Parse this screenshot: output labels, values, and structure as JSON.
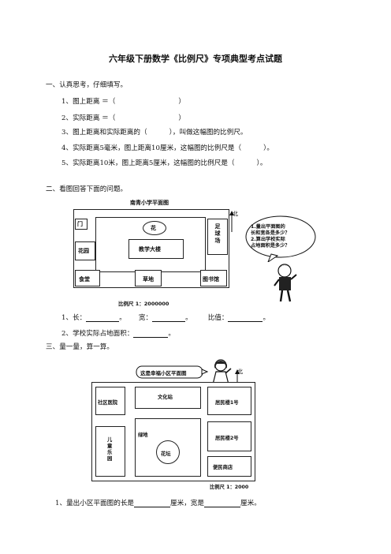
{
  "title": "六年级下册数学《比例尺》专项典型考点试题",
  "section1": {
    "heading": "一、认真思考，仔细填写。",
    "items": [
      {
        "num": "1、",
        "text": "图上距离 ＝（",
        "close": "）"
      },
      {
        "num": "2、",
        "text": "实际距离 ＝（",
        "close": "）"
      },
      {
        "num": "3、",
        "text": "图上距离和实际距离的（",
        "close": "），叫做这幅图的比例尺。"
      },
      {
        "num": "4、",
        "text": "实际距离5毫米，图上距离10厘米，这幅图的比例尺是（",
        "close": "）。"
      },
      {
        "num": "5、",
        "text": "实际距离10米，图上距离5厘米，这幅图的比例尺是（",
        "close": "）。"
      }
    ]
  },
  "section2": {
    "heading": "二、看图回答下面的问题。",
    "map_title": "南青小学平面图",
    "north": "北",
    "labels": {
      "gate": "门",
      "flower": "花",
      "playground": "足球场",
      "garden": "花园",
      "building": "教学大楼",
      "canteen": "食堂",
      "lawn": "草地",
      "library": "图书馆"
    },
    "bubble_lines": [
      "1.量出平面图的",
      "长和宽各是多少？",
      "2.算出学校实际",
      "占地面积是多少？"
    ],
    "scale": "比例尺 1：2000000",
    "q1": {
      "num": "1、",
      "a": "长：",
      "a_end": "。",
      "b": "宽：",
      "b_end": "。",
      "c": "比值：",
      "c_end": "。"
    },
    "q2": {
      "num": "2、",
      "text": "学校实际占地面积：",
      "end": "。"
    }
  },
  "section3": {
    "heading": "三、量一量，算一算。",
    "bubble": "这是幸福小区平面图",
    "north": "北",
    "labels": {
      "clinic": "社区医院",
      "culture": "文化站",
      "res1": "居民楼1号",
      "kids": [
        "儿",
        "童",
        "乐",
        "园"
      ],
      "green": "绿地",
      "flowerbed": "花坛",
      "res2": "居民楼2号",
      "store": "便民商店"
    },
    "scale": "比例尺 1：2000",
    "q1": {
      "num": "1、",
      "text": "量出小区平面图的长是",
      "mid": "厘米，宽是",
      "end": "厘米。"
    }
  }
}
